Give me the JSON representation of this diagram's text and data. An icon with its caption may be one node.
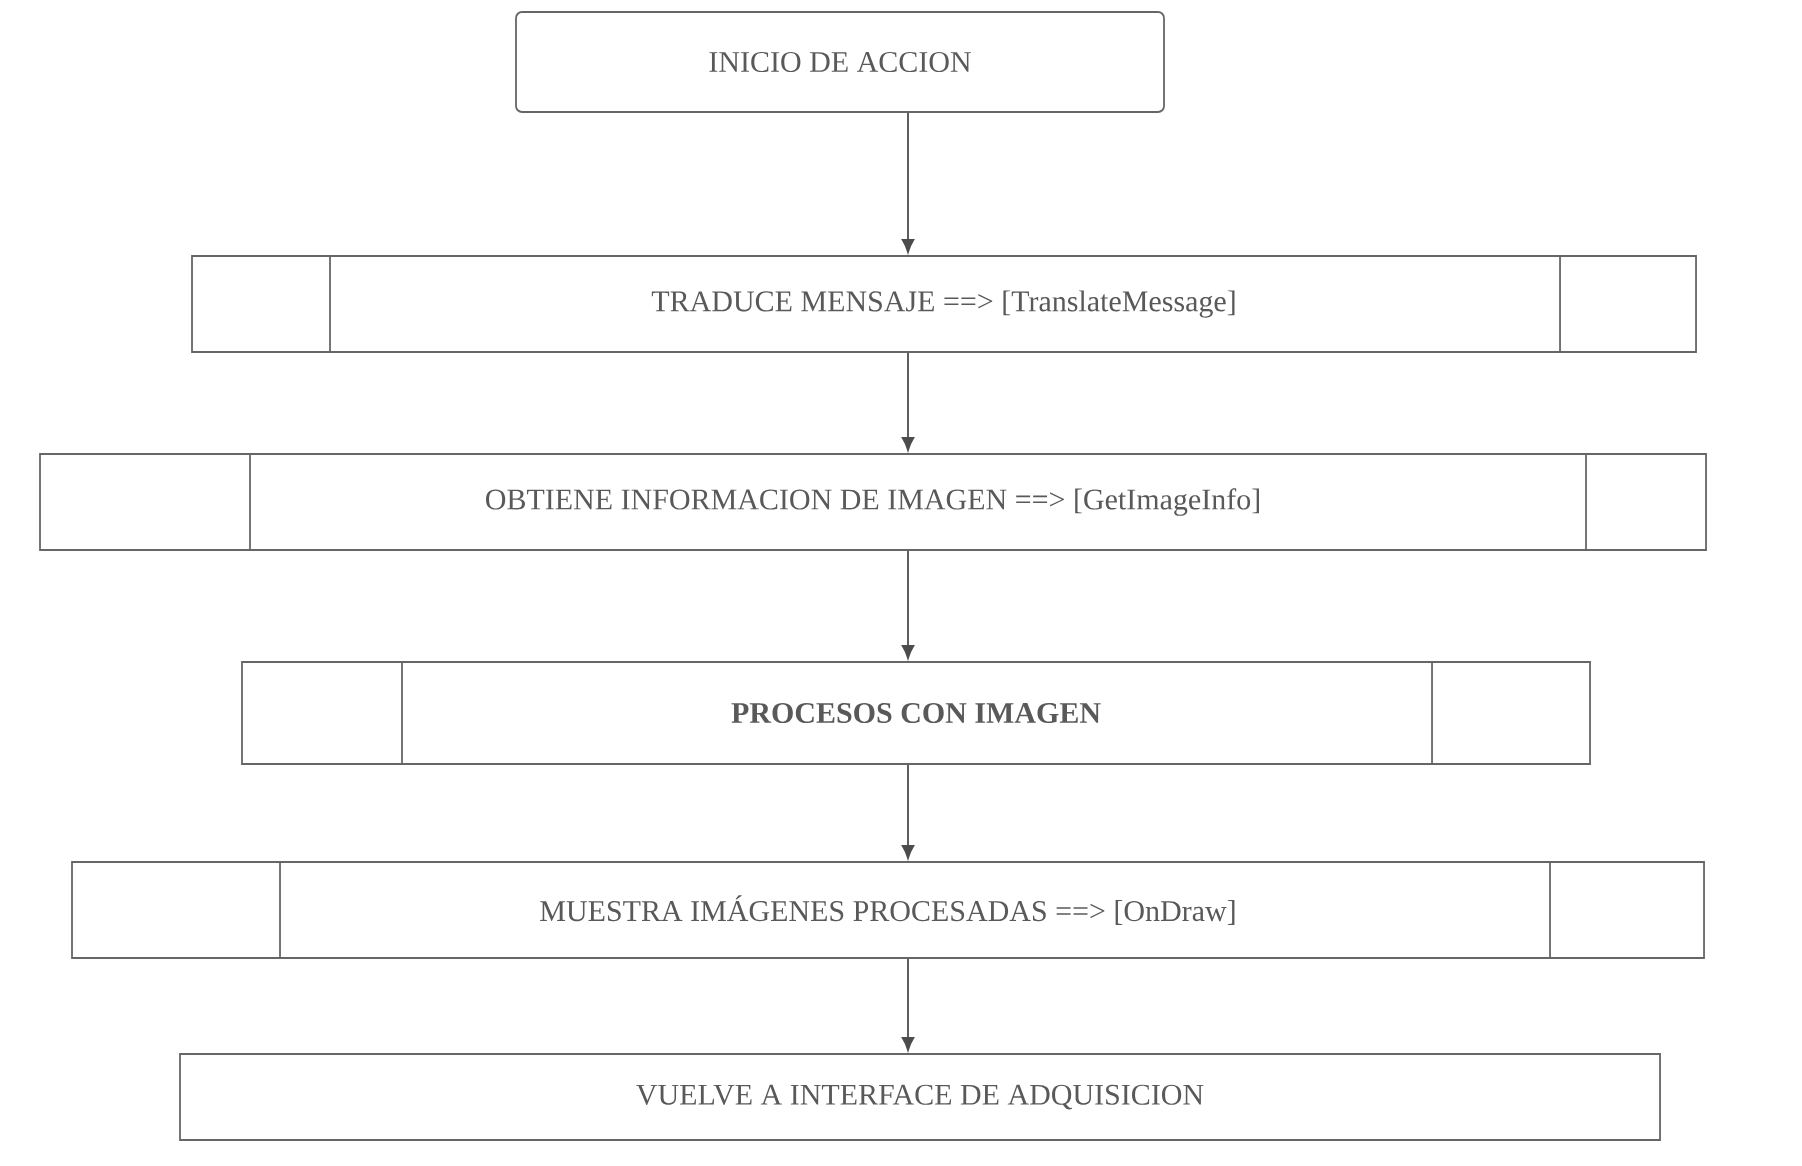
{
  "diagram": {
    "nodes": [
      {
        "text": [
          "INICIO DE ACCION"
        ]
      },
      {
        "text": [
          "TRADUCE MENSAJE ==> [TranslateMessage]"
        ]
      },
      {
        "text": [
          "OBTIENE INFORMACION DE IMAGEN ==> [GetImageInfo]"
        ]
      },
      {
        "text": [
          "PROCESOS CON IMAGEN"
        ]
      },
      {
        "text": [
          "MUESTRA IMÁGENES PROCESADAS ==> [OnDraw]"
        ]
      },
      {
        "text": [
          "VUELVE A INTERFACE DE ADQUISICION"
        ]
      }
    ],
    "edges": [
      {
        "from": 0,
        "to": 1,
        "arrow": "to"
      },
      {
        "from": 1,
        "to": 2,
        "arrow": "to"
      },
      {
        "from": 2,
        "to": 3,
        "arrow": "to"
      },
      {
        "from": 3,
        "to": 4,
        "arrow": "to"
      },
      {
        "from": 4,
        "to": 5,
        "arrow": "to"
      }
    ]
  }
}
